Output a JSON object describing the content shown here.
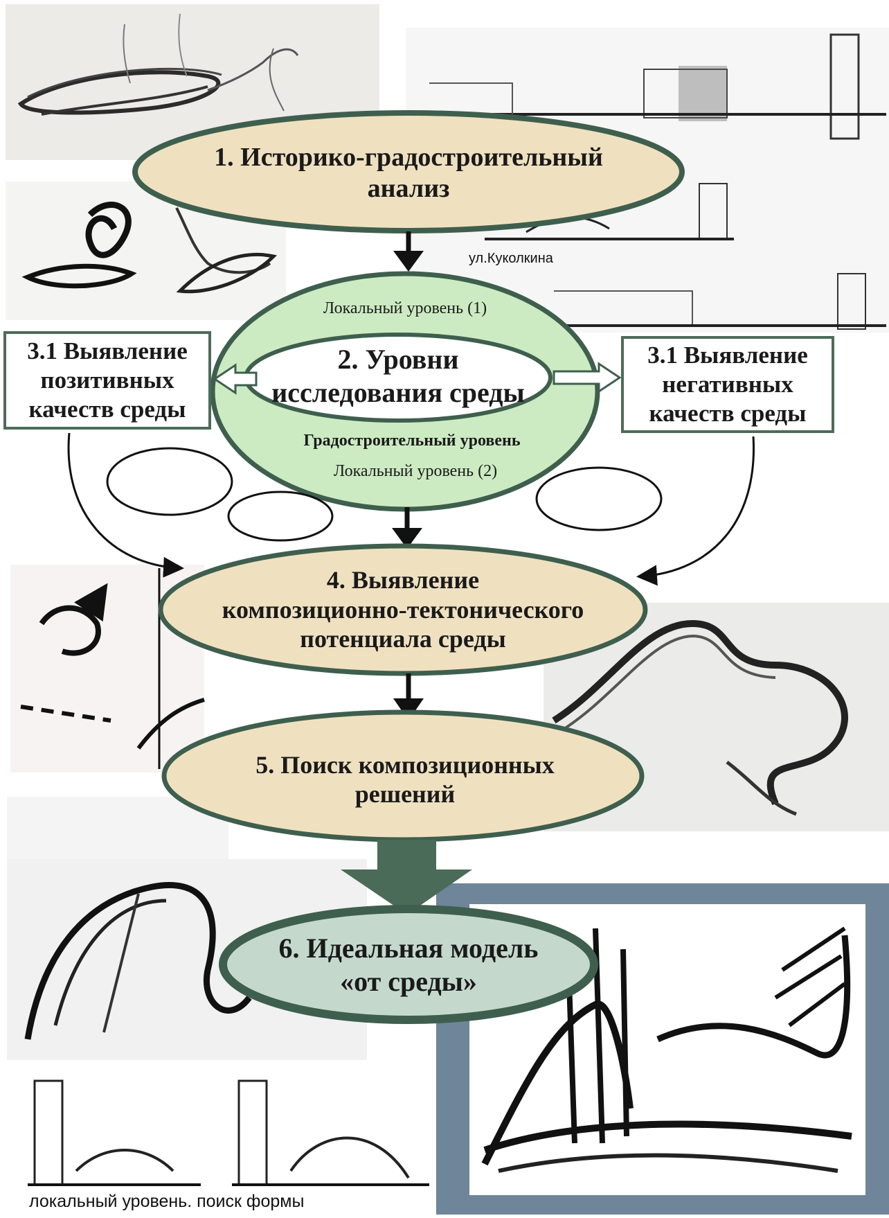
{
  "colors": {
    "ellipse_fill_beige": "#efe1c0",
    "ellipse_stroke": "#3f5f4e",
    "ellipse_fill_green": "#cdebc3",
    "final_fill": "#c4d9cc",
    "frame_slate": "#6f8599",
    "big_arrow": "#4a6b58"
  },
  "node1": {
    "line1": "1. Историко-градостроительный",
    "line2": "анализ"
  },
  "node2": {
    "title_line1": "2. Уровни",
    "title_line2": "исследования среды",
    "local_level_1": "Локальный уровень (1)",
    "urban_level": "Градостроительный  уровень",
    "local_level_2": "Локальный уровень  (2)"
  },
  "box_left": {
    "line1": "3.1 Выявление",
    "line2": "позитивных",
    "line3": "качеств среды"
  },
  "box_right": {
    "line1": "3.1 Выявление",
    "line2": "негативных",
    "line3": "качеств среды"
  },
  "node4": {
    "line1": "4. Выявление",
    "line2": "композиционно-тектонического",
    "line3": "потенциала среды"
  },
  "node5": {
    "line1": "5. Поиск композиционных",
    "line2": "решений"
  },
  "node6": {
    "line1": "6. Идеальная модель",
    "line2": "«от среды»"
  },
  "street_label": "ул.Куколкина",
  "bottom_caption": "локальный уровень. поиск формы",
  "icons": [
    "sketch-icon",
    "arrow-down-icon",
    "arrow-left-icon",
    "arrow-right-icon"
  ]
}
